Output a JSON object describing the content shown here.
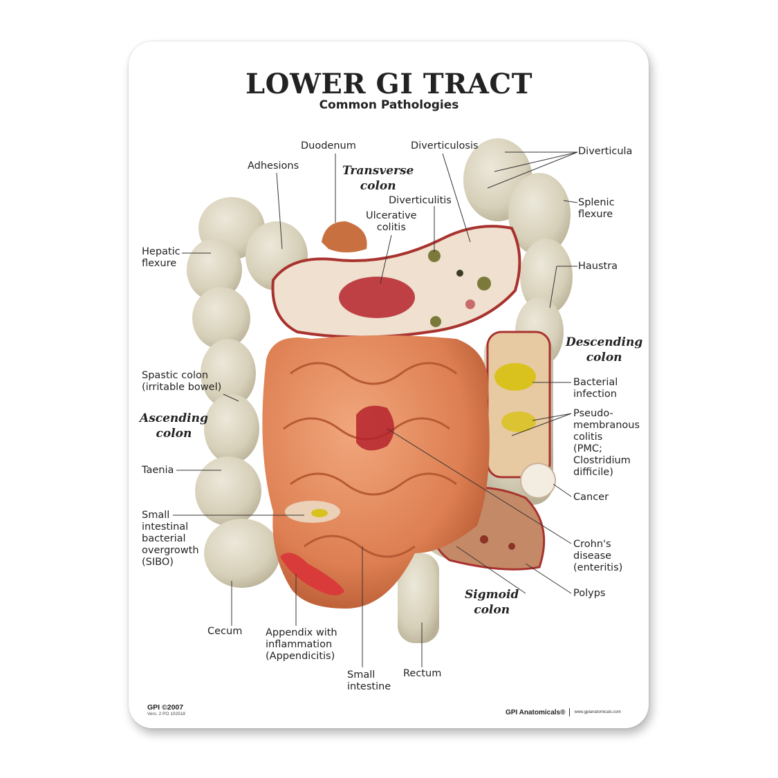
{
  "header": {
    "title": "LOWER GI TRACT",
    "subtitle": "Common Pathologies"
  },
  "regions": {
    "transverse": "Transverse\ncolon",
    "descending": "Descending\ncolon",
    "ascending": "Ascending\ncolon",
    "sigmoid": "Sigmoid\ncolon"
  },
  "labels": {
    "duodenum": "Duodenum",
    "adhesions": "Adhesions",
    "diverticulosis": "Diverticulosis",
    "diverticula": "Diverticula",
    "diverticulitis": "Diverticulitis",
    "ulcerative_colitis": "Ulcerative\ncolitis",
    "splenic_flexure": "Splenic\nflexure",
    "hepatic_flexure": "Hepatic\nflexure",
    "haustra": "Haustra",
    "spastic_colon": "Spastic colon\n(irritable bowel)",
    "bacterial_infection": "Bacterial\ninfection",
    "pmc": "Pseudo-\nmembranous\ncolitis\n(PMC;\nClostridium\ndifficile)",
    "taenia": "Taenia",
    "cancer": "Cancer",
    "sibo": "Small\nintestinal\nbacterial\novergrowth\n(SIBO)",
    "crohns": "Crohn's\ndisease\n(enteritis)",
    "polyps": "Polyps",
    "cecum": "Cecum",
    "appendix": "Appendix with\ninflammation\n(Appendicitis)",
    "small_intestine": "Small\nintestine",
    "rectum": "Rectum"
  },
  "footer": {
    "copyright": "GPI ©2007",
    "version": "Vers. 2 PO 102518",
    "brand": "GPI Anatomicals®",
    "url": "www.gpianatomicals.com"
  },
  "colors": {
    "colon": "#d9d3bf",
    "small_intestine": "#e0875c",
    "mucosa": "#efe0cf",
    "inflamed": "#b5232d",
    "text": "#222222"
  }
}
